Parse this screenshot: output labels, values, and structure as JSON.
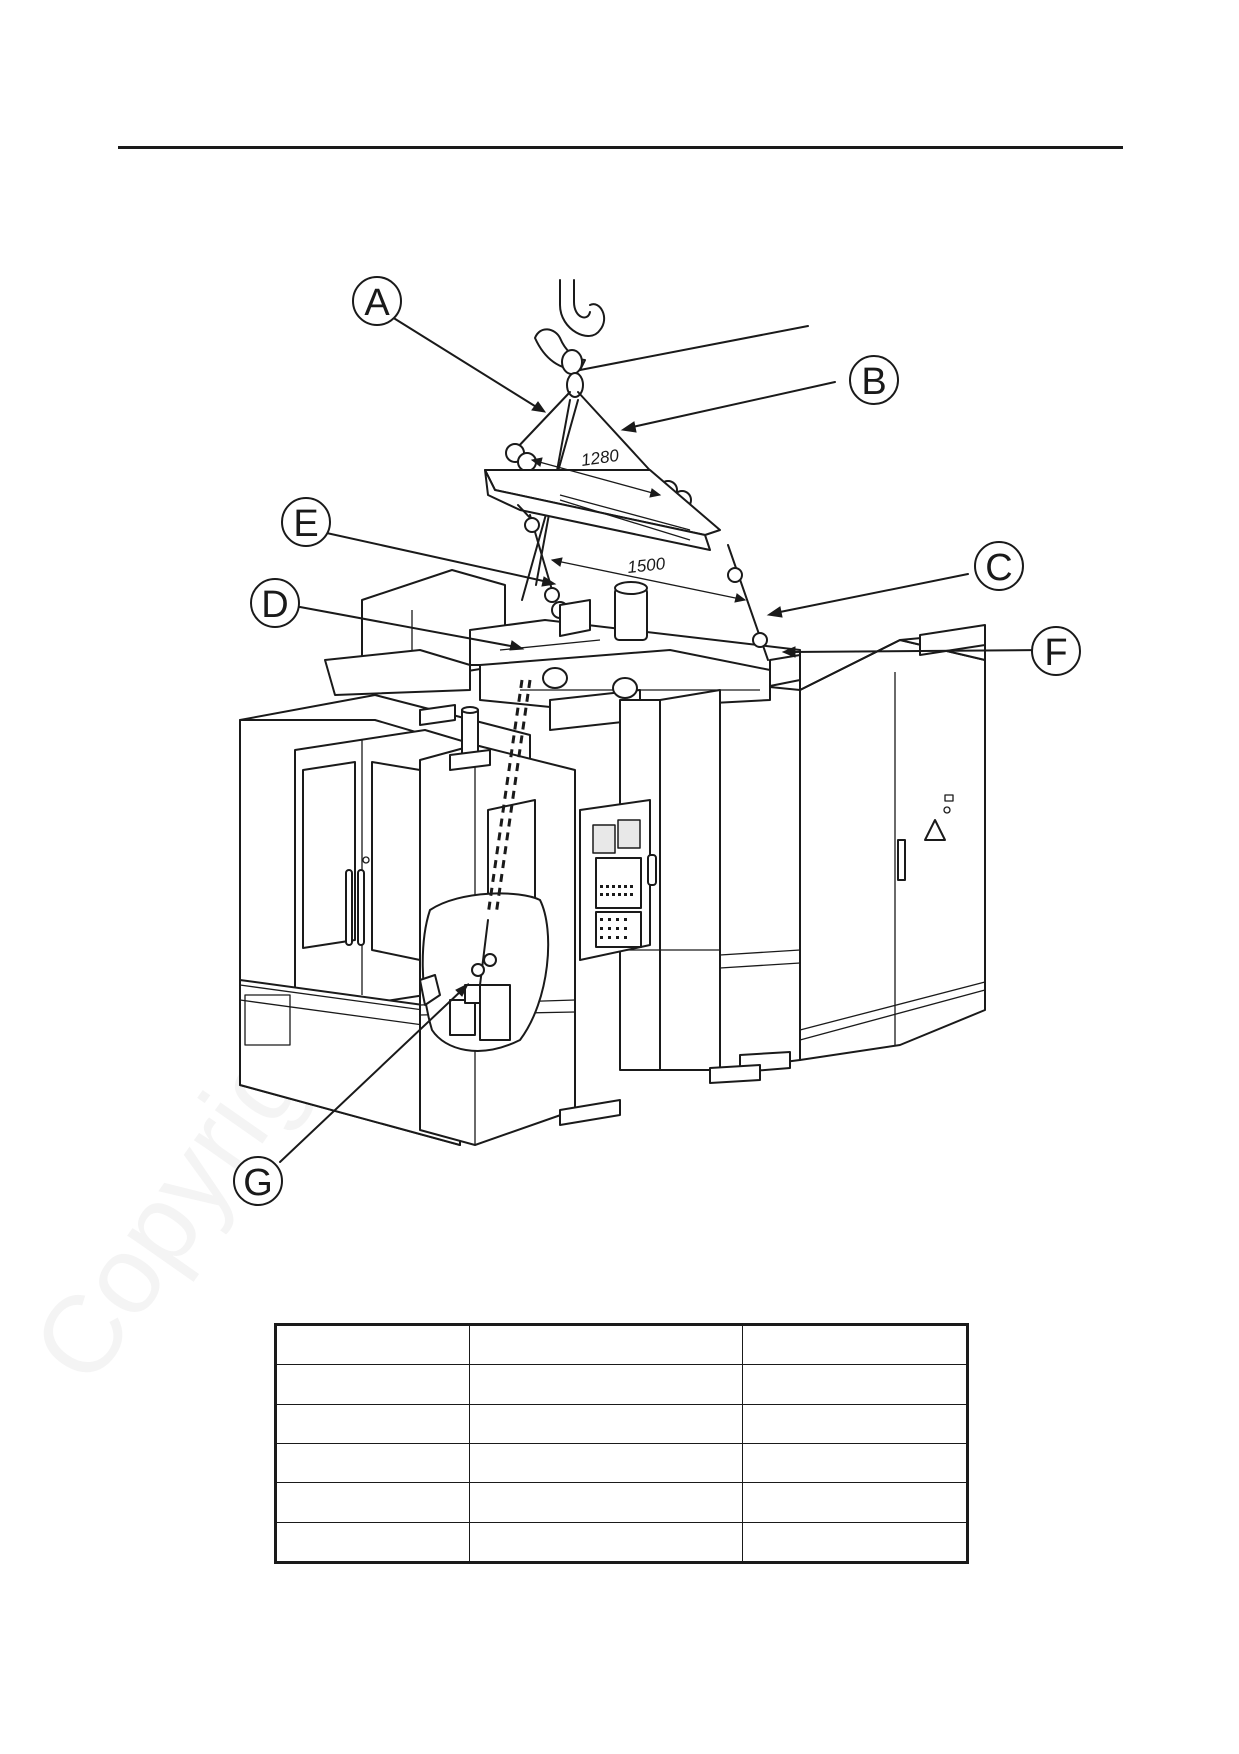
{
  "diagram": {
    "callouts": [
      {
        "id": "A",
        "label": "A"
      },
      {
        "id": "B",
        "label": "B"
      },
      {
        "id": "C",
        "label": "C"
      },
      {
        "id": "D",
        "label": "D"
      },
      {
        "id": "E",
        "label": "E"
      },
      {
        "id": "F",
        "label": "F"
      },
      {
        "id": "G",
        "label": "G"
      }
    ],
    "dimensions": {
      "upper": "1280",
      "lower": "1500"
    }
  },
  "table": {
    "rows": 6,
    "columns": 3
  }
}
